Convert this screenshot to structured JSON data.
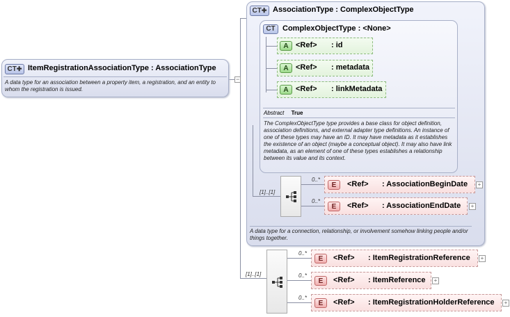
{
  "root": {
    "badge": "CT",
    "title": "ItemRegistrationAssociationType : AssociationType",
    "description": "A data type for an association between a property item, a registration, and an entity to whom the registration is issued."
  },
  "assoc": {
    "badge": "CT",
    "title": "AssociationType",
    "base": ": ComplexObjectType",
    "description": "A data type for a connection, relationship, or involvement somehow linking people and/or things together.",
    "seq_occ": "[1]..[1]"
  },
  "cot": {
    "badge": "CT",
    "title": "ComplexObjectType",
    "base": ": <None>",
    "abstract_label": "Abstract",
    "abstract_value": "True",
    "description": "The ComplexObjectType type provides a base class for object definition, association definitions, and external adapter type definitions. An instance of one of these types may have an ID. It may have metadata as it establishes the existence of an object (maybe a conceptual object). It may also have link metadata, as an element of one of these types establishes a relationship between its value and its context."
  },
  "attributes": [
    {
      "badge": "A",
      "ref": "<Ref>",
      "name": ": id"
    },
    {
      "badge": "A",
      "ref": "<Ref>",
      "name": ": metadata"
    },
    {
      "badge": "A",
      "ref": "<Ref>",
      "name": ": linkMetadata"
    }
  ],
  "assoc_elements": [
    {
      "badge": "E",
      "occ": "0..*",
      "ref": "<Ref>",
      "name": ": AssociationBeginDate"
    },
    {
      "badge": "E",
      "occ": "0..*",
      "ref": "<Ref>",
      "name": ": AssociationEndDate"
    }
  ],
  "root_seq_occ": "[1]..[1]",
  "root_elements": [
    {
      "badge": "E",
      "occ": "0..*",
      "ref": "<Ref>",
      "name": ": ItemRegistrationReference"
    },
    {
      "badge": "E",
      "occ": "0..*",
      "ref": "<Ref>",
      "name": ": ItemReference"
    },
    {
      "badge": "E",
      "occ": "0..*",
      "ref": "<Ref>",
      "name": ": ItemRegistrationHolderReference"
    }
  ],
  "expand_symbol": "+",
  "collapse_symbol": "−"
}
